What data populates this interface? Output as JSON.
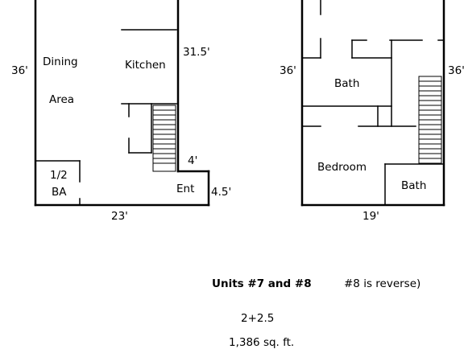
{
  "plan_left": {
    "rooms": {
      "dining_1": "Dining",
      "dining_2": "Area",
      "kitchen": "Kitchen",
      "half_bath_1": "1/2",
      "half_bath_2": "BA",
      "entry": "Ent"
    },
    "dimensions": {
      "height": "36'",
      "kitchen_depth": "31.5'",
      "entry_width": "4'",
      "entry_depth": "4.5'",
      "width": "23'"
    }
  },
  "plan_right": {
    "rooms": {
      "bath_upper": "Bath",
      "bedroom": "Bedroom",
      "bath_lower": "Bath"
    },
    "dimensions": {
      "height_left": "36'",
      "height_right": "36'",
      "width": "19'"
    }
  },
  "caption": {
    "units": "Units #7 and #8",
    "reverse_note": "#8 is reverse)",
    "bed_bath": "2+2.5",
    "area": "1,386 sq. ft."
  }
}
